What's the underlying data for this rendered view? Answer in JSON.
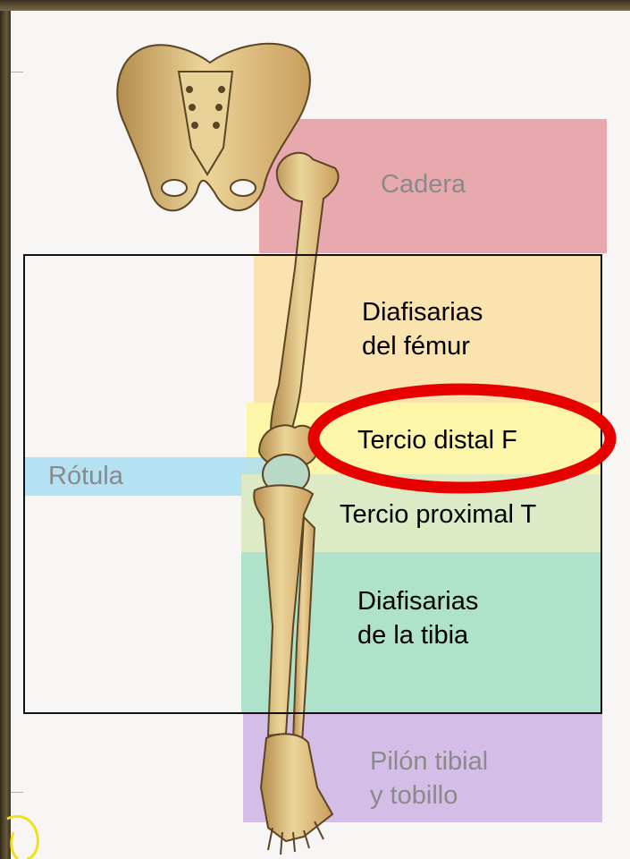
{
  "labels": {
    "cadera": "Cadera",
    "diafisarias_femur": "Diafisarias\ndel fémur",
    "tercio_distal": "Tercio distal F",
    "rotula": "Rótula",
    "tercio_proximal": "Tercio proximal T",
    "diafisarias_tibia": "Diafisarias\nde la tibia",
    "pilon": "Pilón tibial\ny tobillo"
  },
  "colors": {
    "cadera": "#e8a9ae",
    "femur": "#fbe3b0",
    "distal": "#fdf6a8",
    "rotula": "#a9def2",
    "proximal": "#dcebc6",
    "tibia": "#aee3c9",
    "pilon": "#d4bde6",
    "highlight": "#e60000",
    "bone": "#e7cf93",
    "bone_shade": "#a8854a"
  }
}
